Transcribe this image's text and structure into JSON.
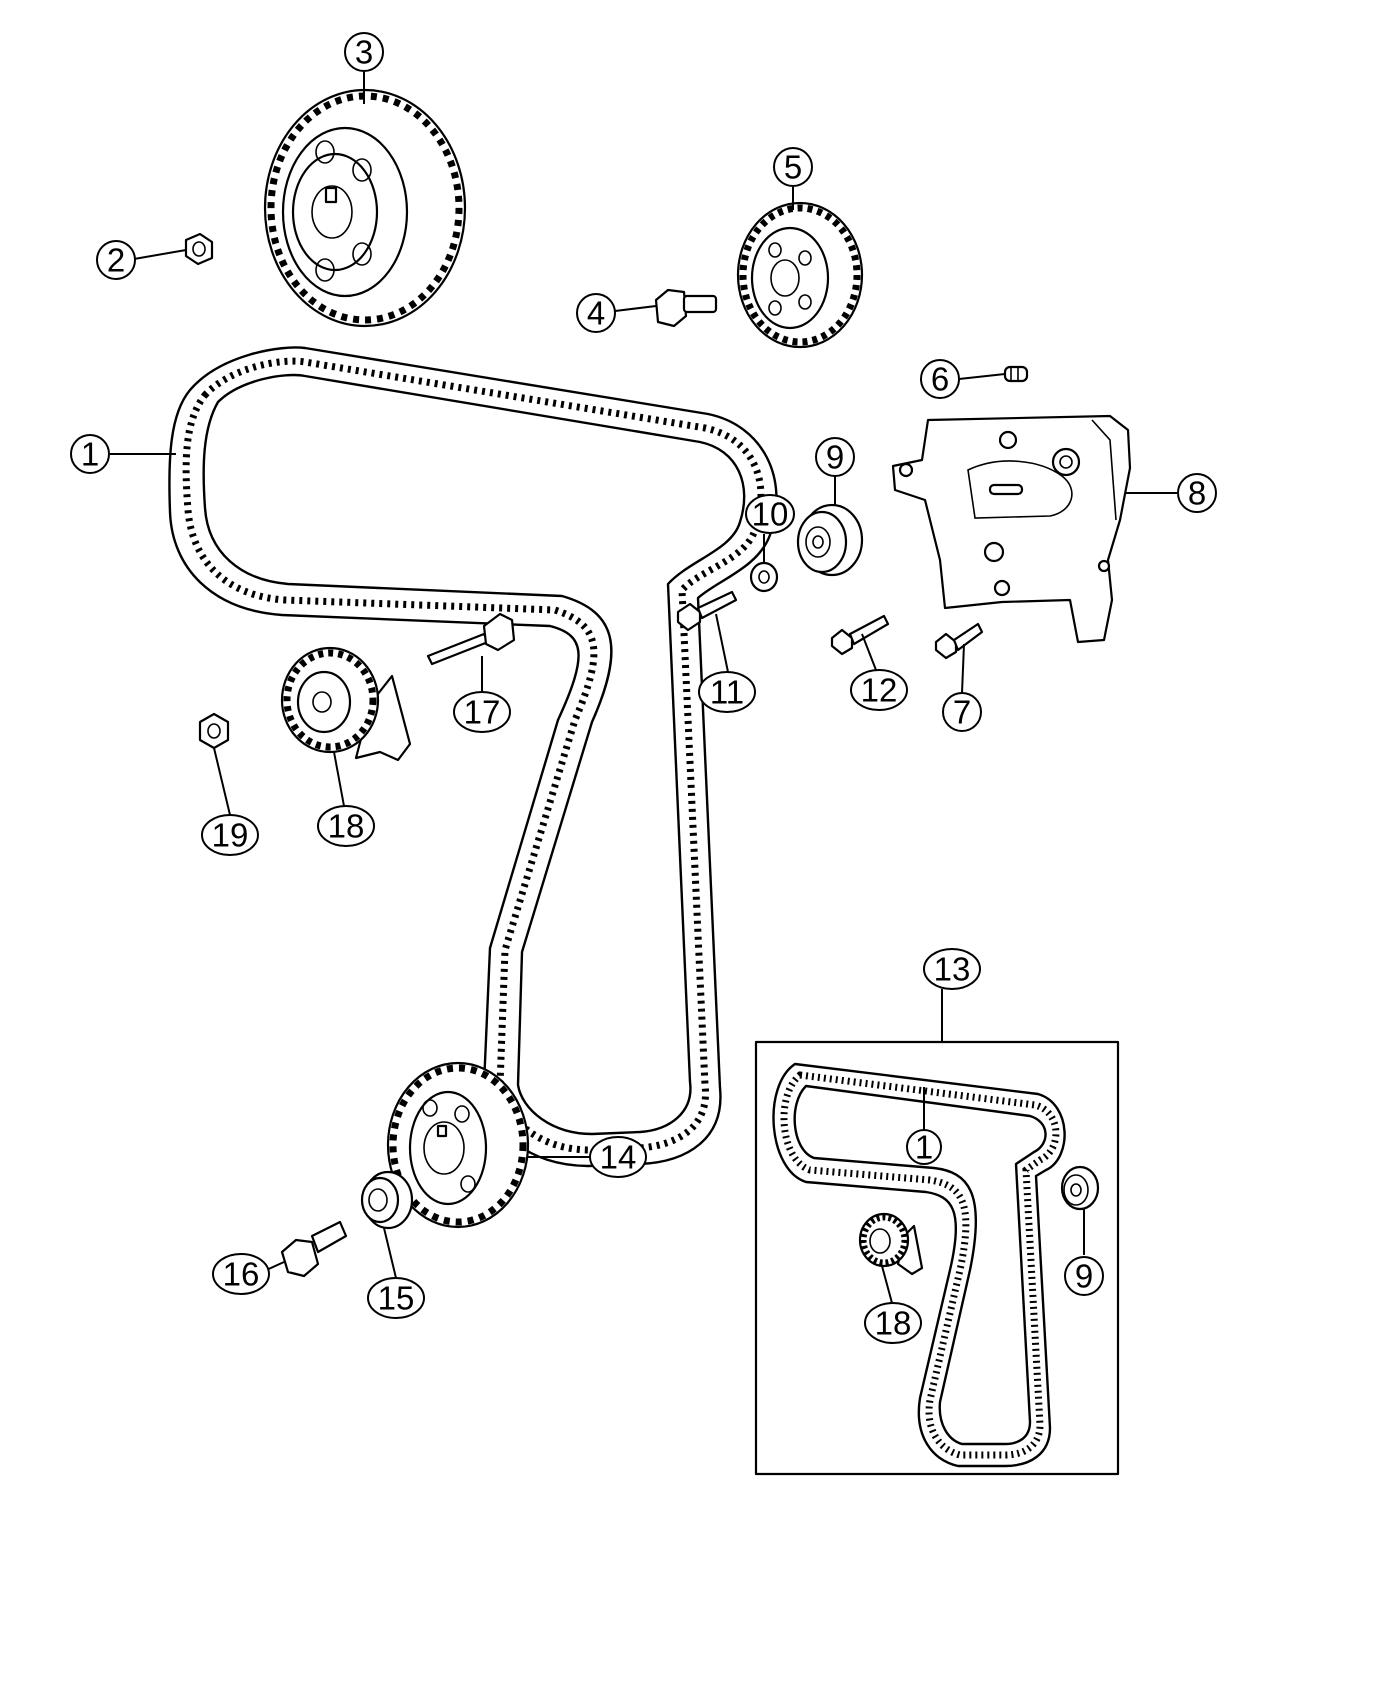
{
  "colors": {
    "line": "#000000",
    "background": "#ffffff"
  },
  "callouts": [
    {
      "id": "c1",
      "label": "1"
    },
    {
      "id": "c2",
      "label": "2"
    },
    {
      "id": "c3",
      "label": "3"
    },
    {
      "id": "c4",
      "label": "4"
    },
    {
      "id": "c5",
      "label": "5"
    },
    {
      "id": "c6",
      "label": "6"
    },
    {
      "id": "c7",
      "label": "7"
    },
    {
      "id": "c8",
      "label": "8"
    },
    {
      "id": "c9",
      "label": "9"
    },
    {
      "id": "c10",
      "label": "10"
    },
    {
      "id": "c11",
      "label": "11"
    },
    {
      "id": "c12",
      "label": "12"
    },
    {
      "id": "c13",
      "label": "13"
    },
    {
      "id": "c14",
      "label": "14"
    },
    {
      "id": "c15",
      "label": "15"
    },
    {
      "id": "c16",
      "label": "16"
    },
    {
      "id": "c17",
      "label": "17"
    },
    {
      "id": "c18",
      "label": "18"
    },
    {
      "id": "c19",
      "label": "19"
    },
    {
      "id": "c1b",
      "label": "1"
    },
    {
      "id": "c9b",
      "label": "9"
    },
    {
      "id": "c18b",
      "label": "18"
    }
  ],
  "parts": [
    {
      "id": "timing-belt",
      "callout": "1"
    },
    {
      "id": "nut-small",
      "callout": "2"
    },
    {
      "id": "camshaft-sprocket",
      "callout": "3"
    },
    {
      "id": "sprocket-bolt",
      "callout": "4"
    },
    {
      "id": "pump-sprocket",
      "callout": "5"
    },
    {
      "id": "plug",
      "callout": "6"
    },
    {
      "id": "bracket-bolt-short",
      "callout": "7"
    },
    {
      "id": "tensioner-bracket",
      "callout": "8"
    },
    {
      "id": "idler-pulley",
      "callout": "9"
    },
    {
      "id": "washer",
      "callout": "10"
    },
    {
      "id": "bolt-11",
      "callout": "11"
    },
    {
      "id": "bolt-12",
      "callout": "12"
    },
    {
      "id": "timing-belt-kit",
      "callout": "13"
    },
    {
      "id": "crankshaft-sprocket",
      "callout": "14"
    },
    {
      "id": "spacer-ring",
      "callout": "15"
    },
    {
      "id": "crank-bolt",
      "callout": "16"
    },
    {
      "id": "stud",
      "callout": "17"
    },
    {
      "id": "tensioner",
      "callout": "18"
    },
    {
      "id": "nut-tensioner",
      "callout": "19"
    }
  ]
}
